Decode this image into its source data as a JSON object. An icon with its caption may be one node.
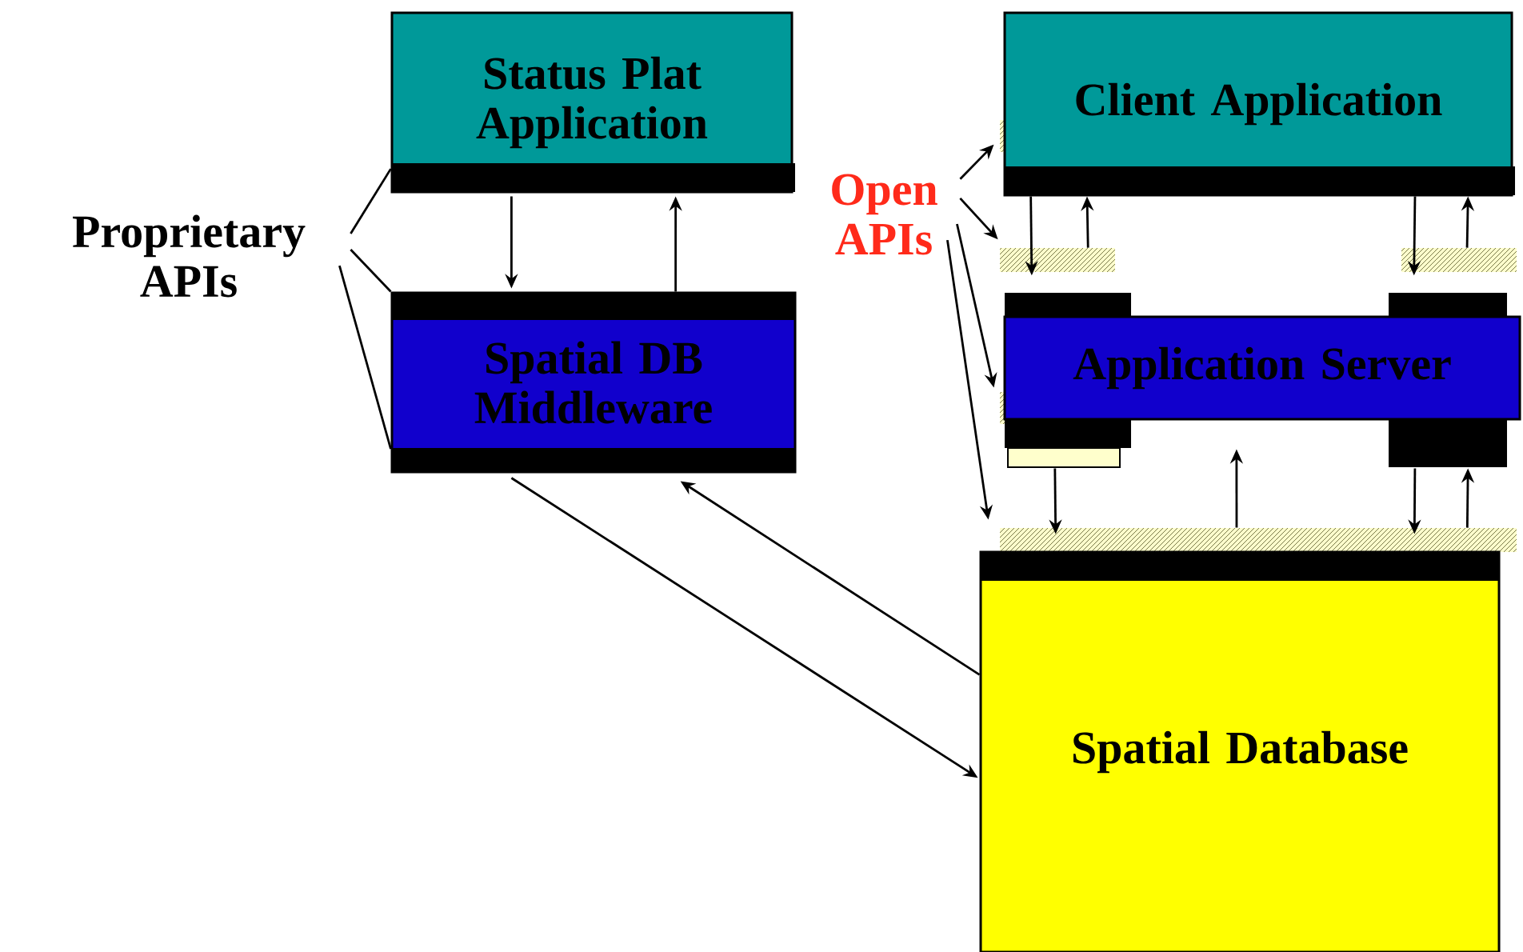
{
  "diagram": {
    "nodes": [
      {
        "text": [
          "Status Plat Application"
        ]
      },
      {
        "text": [
          "Spatial DB Middleware"
        ]
      },
      {
        "text": [
          "Client Application"
        ]
      },
      {
        "text": [
          "Application Server"
        ]
      },
      {
        "text": [
          "Spatial Database"
        ]
      },
      {
        "text": [
          "Proprietary APIs"
        ]
      },
      {
        "text": [
          "Open APIs"
        ]
      },
      {
        "text": [],
        "shape": "bar"
      },
      {
        "text": [],
        "shape": "bar"
      },
      {
        "text": [],
        "shape": "bar"
      }
    ],
    "edges": [
      {
        "from": 0,
        "to": 1,
        "arrow": "to"
      },
      {
        "from": 1,
        "to": 0,
        "arrow": "to"
      },
      {
        "from": 1,
        "to": 4,
        "arrow": "to"
      },
      {
        "from": 4,
        "to": 1,
        "arrow": "to"
      },
      {
        "from": 5,
        "to": 0,
        "arrow": "none"
      },
      {
        "from": 5,
        "to": 1,
        "arrow": "none"
      },
      {
        "from": 5,
        "to": 1,
        "arrow": "none"
      },
      {
        "from": 6,
        "to": 2,
        "arrow": "to"
      },
      {
        "from": 6,
        "to": 7,
        "arrow": "to"
      },
      {
        "from": 6,
        "to": 3,
        "arrow": "to"
      },
      {
        "from": 6,
        "to": 9,
        "arrow": "to"
      },
      {
        "from": 2,
        "to": 7,
        "arrow": "to"
      },
      {
        "from": 7,
        "to": 2,
        "arrow": "to"
      },
      {
        "from": 2,
        "to": 8,
        "arrow": "to"
      },
      {
        "from": 8,
        "to": 2,
        "arrow": "to"
      },
      {
        "from": 3,
        "to": 9,
        "arrow": "to"
      },
      {
        "from": 9,
        "to": 3,
        "arrow": "to"
      },
      {
        "from": 3,
        "to": 9,
        "arrow": "to"
      },
      {
        "from": 9,
        "to": 3,
        "arrow": "to"
      }
    ]
  }
}
